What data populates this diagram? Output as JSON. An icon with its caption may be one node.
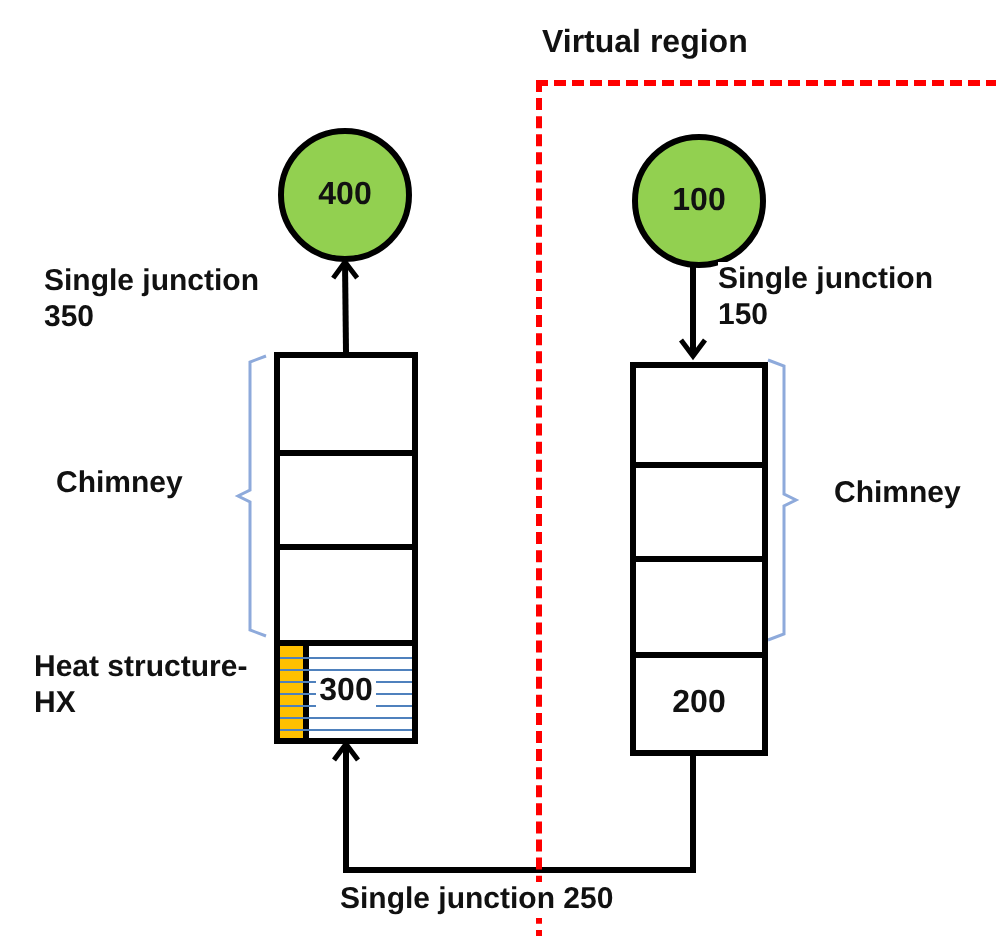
{
  "diagram": {
    "nodes": [
      {
        "text": [
          "Virtual region"
        ]
      },
      {
        "text": [
          "400"
        ]
      },
      {
        "text": [
          "100"
        ],
        "in": 0
      },
      {
        "text": [],
        "shape": "box"
      },
      {
        "text": [],
        "shape": "box"
      },
      {
        "text": [],
        "shape": "box"
      },
      {
        "text": [
          "300"
        ],
        "beside": [
          "Heat structure-HX"
        ]
      },
      {
        "text": [],
        "shape": "box",
        "in": 0
      },
      {
        "text": [],
        "shape": "box",
        "in": 0
      },
      {
        "text": [],
        "shape": "box",
        "in": 0
      },
      {
        "text": [
          "200"
        ],
        "in": 0
      }
    ],
    "edges": [
      {
        "from": 3,
        "to": 1,
        "arrow": "to",
        "label": "Single junction 350"
      },
      {
        "from": 2,
        "to": 7,
        "arrow": "to",
        "label": "Single junction 150"
      },
      {
        "from": 10,
        "to": 6,
        "arrow": "to",
        "label": "Single junction 250"
      }
    ],
    "labels": [
      "Chimney",
      "Chimney"
    ]
  }
}
